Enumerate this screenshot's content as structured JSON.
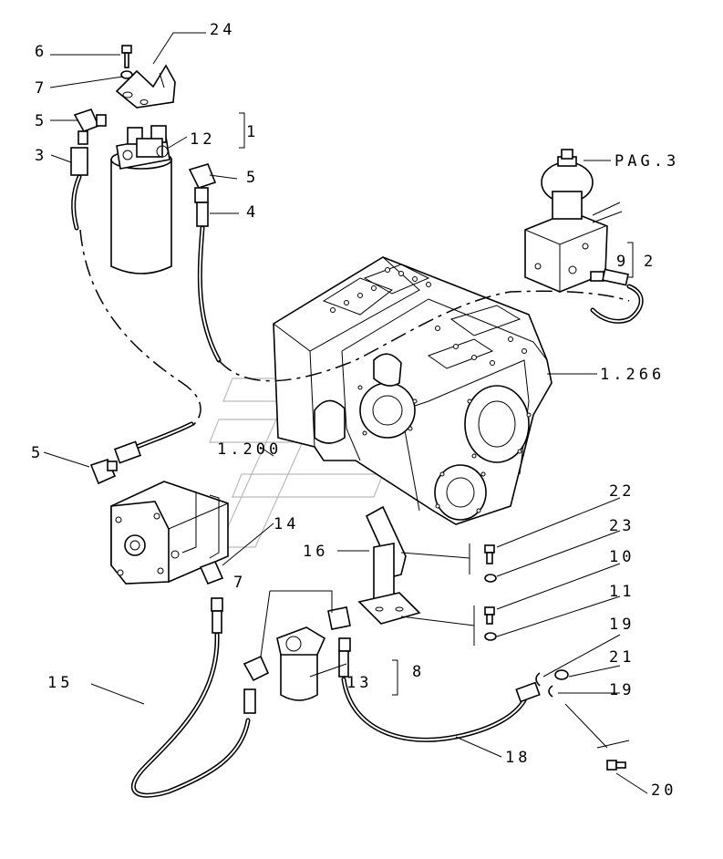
{
  "callouts": {
    "c24": "24",
    "c6": "6",
    "c7a": "7",
    "c5a": "5",
    "c12": "12",
    "c1": "1",
    "c3": "3",
    "c5b": "5",
    "c4": "4",
    "cpag3": "PAG.3",
    "c9": "9",
    "c2": "2",
    "c1266": "1.266",
    "c5c": "5",
    "c1200": "1.200",
    "c14": "14",
    "c16": "16",
    "c22": "22",
    "c23": "23",
    "c10": "10",
    "c11": "11",
    "c7b": "7",
    "c19a": "19",
    "c21": "21",
    "c19b": "19",
    "c15": "15",
    "c13": "13",
    "c8": "8",
    "c18": "18",
    "c20": "20"
  }
}
